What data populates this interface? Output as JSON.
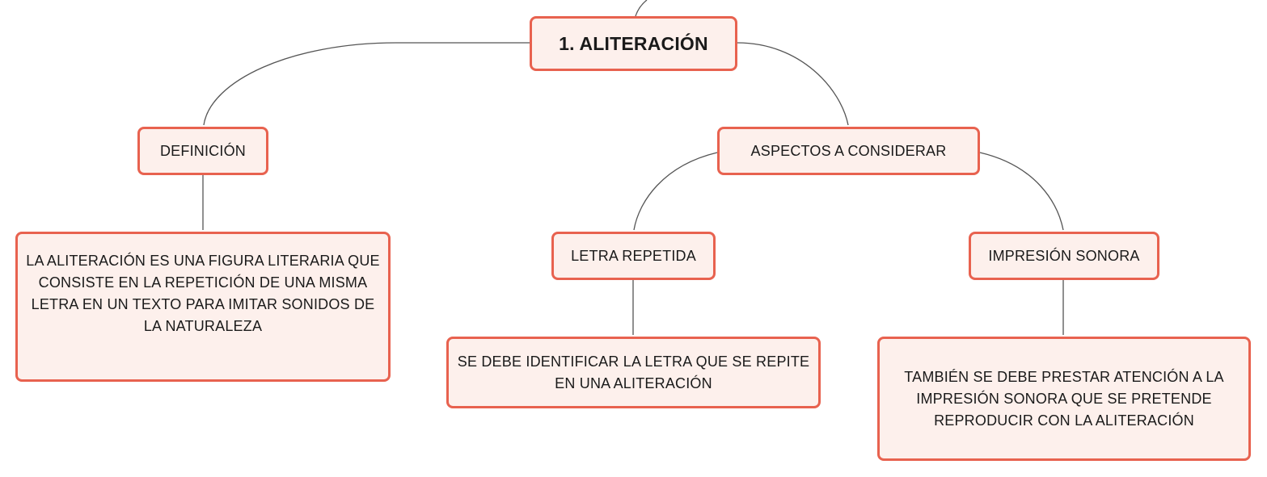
{
  "diagram": {
    "colors": {
      "border": "#e8624f",
      "fill": "#fdf0ec",
      "line": "#555555",
      "text": "#1a1a1a"
    },
    "nodes": {
      "root": "1. ALITERACIÓN",
      "definicion": "DEFINICIÓN",
      "aspectos": "ASPECTOS A CONSIDERAR",
      "letra_repetida": "LETRA REPETIDA",
      "impresion_sonora": "IMPRESIÓN SONORA",
      "definicion_desc": "LA ALITERACIÓN ES UNA FIGURA LITERARIA QUE CONSISTE EN LA REPETICIÓN DE UNA MISMA LETRA EN UN TEXTO PARA IMITAR SONIDOS DE LA NATURALEZA",
      "letra_desc": "SE DEBE IDENTIFICAR LA LETRA QUE SE REPITE EN UNA ALITERACIÓN",
      "impresion_desc": "TAMBIÉN SE DEBE PRESTAR ATENCIÓN A LA IMPRESIÓN SONORA QUE SE PRETENDE REPRODUCIR CON LA ALITERACIÓN"
    },
    "edges": [
      {
        "from": "root",
        "to": "definicion"
      },
      {
        "from": "root",
        "to": "aspectos"
      },
      {
        "from": "definicion",
        "to": "definicion_desc"
      },
      {
        "from": "aspectos",
        "to": "letra_repetida"
      },
      {
        "from": "aspectos",
        "to": "impresion_sonora"
      },
      {
        "from": "letra_repetida",
        "to": "letra_desc"
      },
      {
        "from": "impresion_sonora",
        "to": "impresion_desc"
      }
    ]
  }
}
